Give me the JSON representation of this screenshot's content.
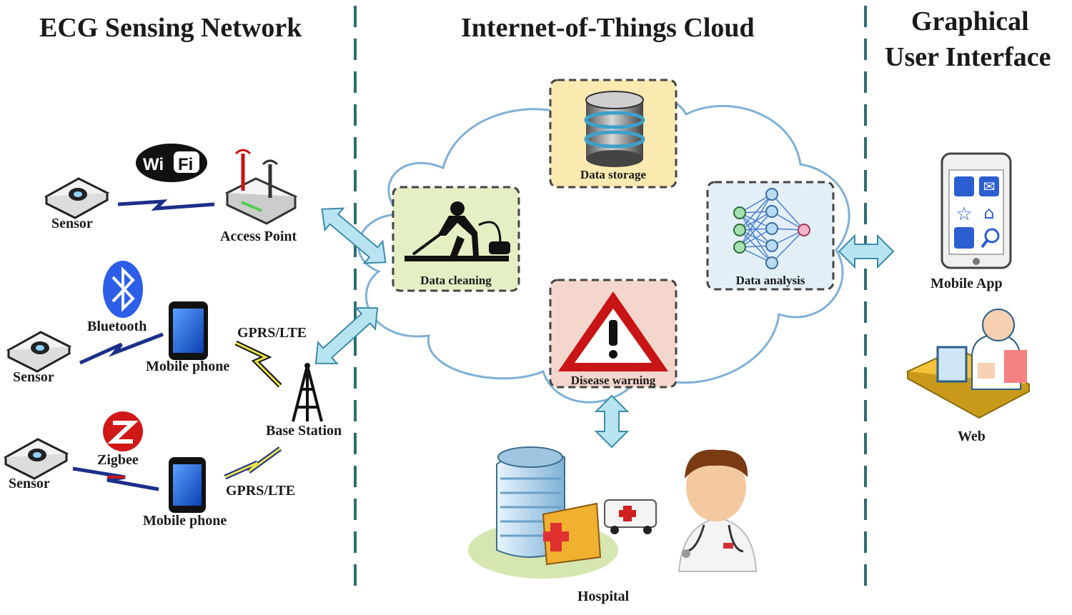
{
  "sections": {
    "ecg_network": "ECG Sensing Network",
    "iot_cloud": "Internet-of-Things Cloud",
    "gui_line1": "Graphical",
    "gui_line2": "User Interface"
  },
  "wifi": {
    "left": "Wi",
    "right": "Fi"
  },
  "labels": {
    "sensor_1": "Sensor",
    "access_point": "Access Point",
    "bluetooth": "Bluetooth",
    "sensor_2": "Sensor",
    "mobile_phone_1": "Mobile phone",
    "gprs_lte_1": "GPRS/LTE",
    "base_station": "Base Station",
    "zigbee": "Zigbee",
    "sensor_3": "Sensor",
    "mobile_phone_2": "Mobile phone",
    "gprs_lte_2": "GPRS/LTE",
    "hospital": "Hospital",
    "mobile_app": "Mobile App",
    "web": "Web"
  },
  "cloud_modules": {
    "data_storage": "Data storage",
    "data_cleaning": "Data cleaning",
    "data_analysis": "Data analysis",
    "disease_warning": "Disease warning"
  },
  "colors": {
    "divider": "#2e6e6e",
    "arrow_fill": "#b8e4f2",
    "arrow_stroke": "#3b8ba8",
    "cloud_stroke": "#7fb0d8",
    "storage_bg": "#fbeab0",
    "cleaning_bg": "#e4efc4",
    "analysis_bg": "#e3eff7",
    "warning_bg": "#f5d6cc",
    "link_blue": "#1c2f8a"
  }
}
